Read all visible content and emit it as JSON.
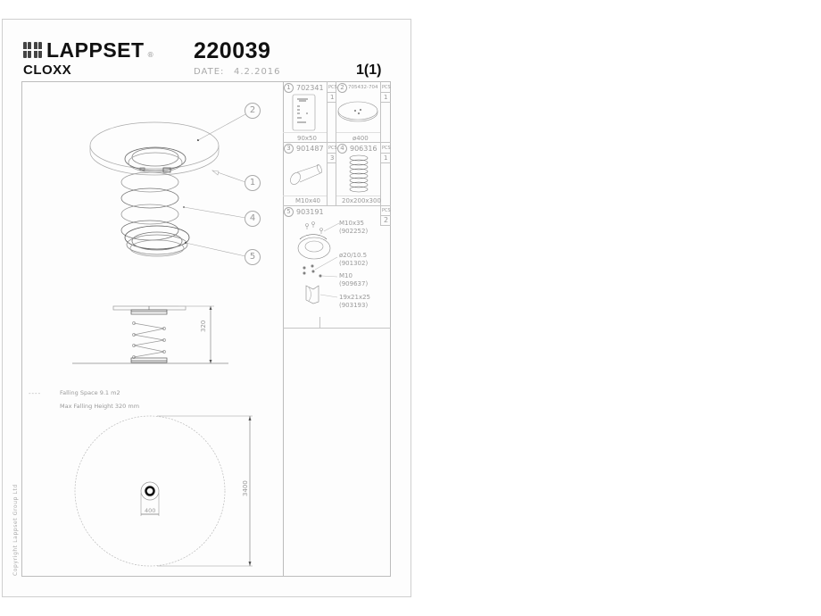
{
  "header": {
    "brand": "LAPPSET",
    "brand_reg": "®",
    "model_name": "CLOXX",
    "product_number": "220039",
    "date_label": "DATE:",
    "date_value": "4.2.2016",
    "page_number": "1(1)"
  },
  "callouts": [
    "2",
    "1",
    "4",
    "5"
  ],
  "side_view": {
    "height_dimension": "320"
  },
  "legend": {
    "dash_symbol": "----",
    "falling_space": "Falling Space 9.1 m2",
    "max_falling_height": "Max Falling Height 320 mm"
  },
  "top_view": {
    "outer_dimension": "3400",
    "inner_dimension": "400"
  },
  "copyright": "Copyright Lappset Group Ltd",
  "parts": [
    {
      "index": "1",
      "code": "702341",
      "pcs_label": "PCS",
      "qty": "1",
      "size": "90x50"
    },
    {
      "index": "2",
      "code": "705432-704",
      "pcs_label": "PCS",
      "qty": "1",
      "size": "ø400"
    },
    {
      "index": "3",
      "code": "901487",
      "pcs_label": "PCS",
      "qty": "3",
      "size": "M10x40"
    },
    {
      "index": "4",
      "code": "906316",
      "pcs_label": "PCS",
      "qty": "1",
      "size": "20x200x300"
    },
    {
      "index": "5",
      "code": "903191",
      "pcs_label": "PCS",
      "qty": "2",
      "size": ""
    }
  ],
  "kit_items": [
    {
      "size": "M10x35",
      "code": "(902252)"
    },
    {
      "size": "ø20/10.5",
      "code": "(901302)"
    },
    {
      "size": "M10",
      "code": "(909637)"
    },
    {
      "size": "19x21x25",
      "code": "(903193)"
    }
  ]
}
